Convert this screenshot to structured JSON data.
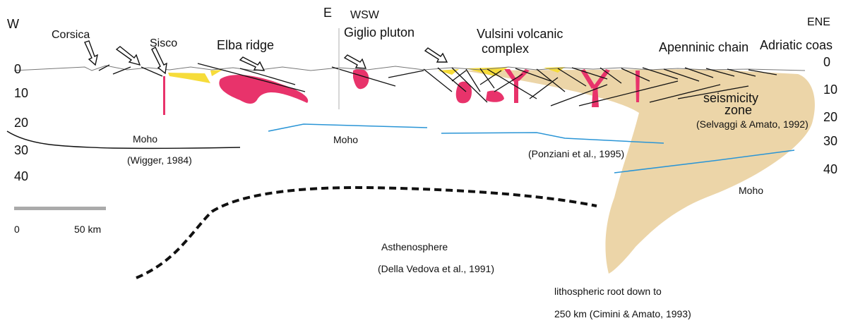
{
  "left_end": {
    "west": "W",
    "east": "E"
  },
  "right_end": {
    "wsw": "WSW",
    "ene": "ENE"
  },
  "place_labels": {
    "corsica": "Corsica",
    "sisco": "Sisco",
    "elba": "Elba ridge",
    "giglio": "Giglio pluton",
    "vulsini_line1": "Vulsini volcanic",
    "vulsini_line2": "complex",
    "apennines": "Apenninic chain",
    "adriatic": "Adriatic coas"
  },
  "depth_left": [
    "0",
    "10",
    "20",
    "30",
    "40"
  ],
  "depth_right": [
    "0",
    "10",
    "20",
    "30",
    "40"
  ],
  "moho": {
    "left_label": "Moho",
    "left_source": "(Wigger, 1984)",
    "mid_label": "Moho",
    "right_source": "(Ponziani et al., 1995)",
    "right_label": "Moho"
  },
  "seismicity": {
    "line1": "seismicity",
    "line2": "zone",
    "source": "(Selvaggi & Amato, 1992)"
  },
  "asthenosphere": {
    "label": "Asthenosphere",
    "source": "(Della Vedova et al., 1991)"
  },
  "root": {
    "line1": "lithospheric root  down to",
    "line2": "250 km (Cimini & Amato, 1993)"
  },
  "scale_bar": {
    "start": "0",
    "end": "50 km"
  },
  "colors": {
    "magma": "#e8336b",
    "sediment": "#f6dc3a",
    "slab": "#ecd5a8",
    "moho_blue": "#2a95d6",
    "line": "#111111"
  }
}
